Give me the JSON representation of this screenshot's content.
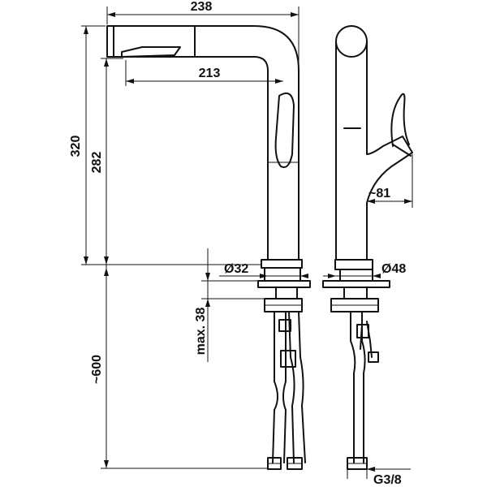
{
  "dimensions": {
    "overall_width": "238",
    "spout_reach": "213",
    "overall_height": "320",
    "spout_height": "282",
    "hose_length": "~600",
    "max_counter_thickness": "max. 38",
    "base_diameter_front": "Ø32",
    "base_diameter_side": "Ø48",
    "handle_offset": "~81",
    "connection_thread": "G3/8"
  }
}
